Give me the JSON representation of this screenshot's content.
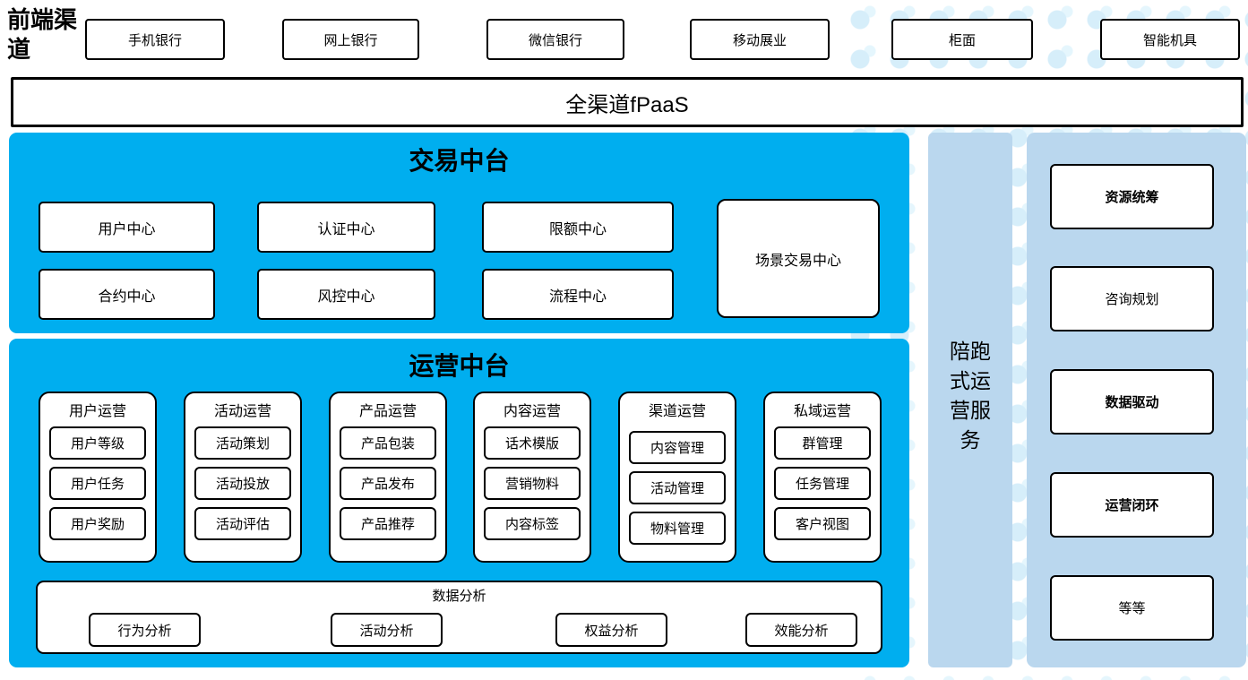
{
  "frontend": {
    "label": "前端渠道",
    "channels": [
      "手机银行",
      "网上银行",
      "微信银行",
      "移动展业",
      "柜面",
      "智能机具"
    ]
  },
  "fpaas": {
    "title": "全渠道fPaaS"
  },
  "trade": {
    "title": "交易中台",
    "centers_row1": [
      "用户中心",
      "认证中心",
      "限额中心"
    ],
    "centers_row2": [
      "合约中心",
      "风控中心",
      "流程中心"
    ],
    "scenario": "场景交易中心"
  },
  "operations": {
    "title": "运营中台",
    "groups": [
      {
        "title": "用户运营",
        "items": [
          "用户等级",
          "用户任务",
          "用户奖励"
        ]
      },
      {
        "title": "活动运营",
        "items": [
          "活动策划",
          "活动投放",
          "活动评估"
        ]
      },
      {
        "title": "产品运营",
        "items": [
          "产品包装",
          "产品发布",
          "产品推荐"
        ]
      },
      {
        "title": "内容运营",
        "items": [
          "话术模版",
          "营销物料",
          "内容标签"
        ]
      },
      {
        "title": "渠道运营",
        "items": [
          "内容管理",
          "活动管理",
          "物料管理"
        ]
      },
      {
        "title": "私域运营",
        "items": [
          "群管理",
          "任务管理",
          "客户视图"
        ]
      }
    ],
    "analysis": {
      "title": "数据分析",
      "items": [
        "行为分析",
        "活动分析",
        "权益分析",
        "效能分析"
      ]
    }
  },
  "companion_bar": {
    "label": "陪跑式运营服务"
  },
  "services": {
    "items": [
      "资源统筹",
      "咨询规划",
      "数据驱动",
      "运营闭环",
      "等等"
    ]
  },
  "colors": {
    "platform_blue": "#00AEEF",
    "side_light_blue": "#BAD7EE",
    "dot_pattern_blue": "#D6EEFA",
    "box_border": "#000000"
  }
}
